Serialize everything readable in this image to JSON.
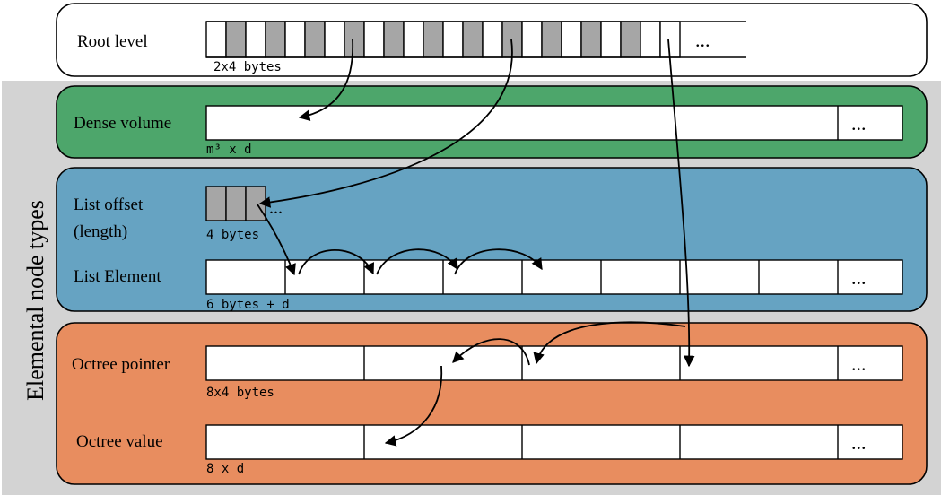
{
  "side_label": "Elemental node types",
  "colors": {
    "side_band": "#d3d3d3",
    "dense": "#4da66b",
    "list": "#66a3c2",
    "octree": "#e88d5f",
    "root_bg": "#ffffff",
    "cell_fill": "#ffffff",
    "cell_shaded": "#a6a6a6",
    "stroke": "#000000"
  },
  "root": {
    "label": "Root level",
    "size_label": "2x4 bytes",
    "ellipsis": "...",
    "shaded_cells": [
      1,
      3,
      5,
      7,
      9,
      11,
      13,
      15,
      17,
      19,
      21
    ]
  },
  "dense": {
    "label": "Dense volume",
    "size_label": "m³ x d",
    "ellipsis": "..."
  },
  "list": {
    "offset_label_line1": "List offset",
    "offset_label_line2": "(length)",
    "offset_size_label": "4 bytes",
    "offset_ellipsis": "...",
    "element_label": "List Element",
    "element_size_label": "6 bytes + d",
    "element_ellipsis": "..."
  },
  "octree": {
    "pointer_label": "Octree pointer",
    "pointer_size_label": "8x4 bytes",
    "pointer_ellipsis": "...",
    "value_label": "Octree value",
    "value_size_label": "8 x d",
    "value_ellipsis": "..."
  }
}
